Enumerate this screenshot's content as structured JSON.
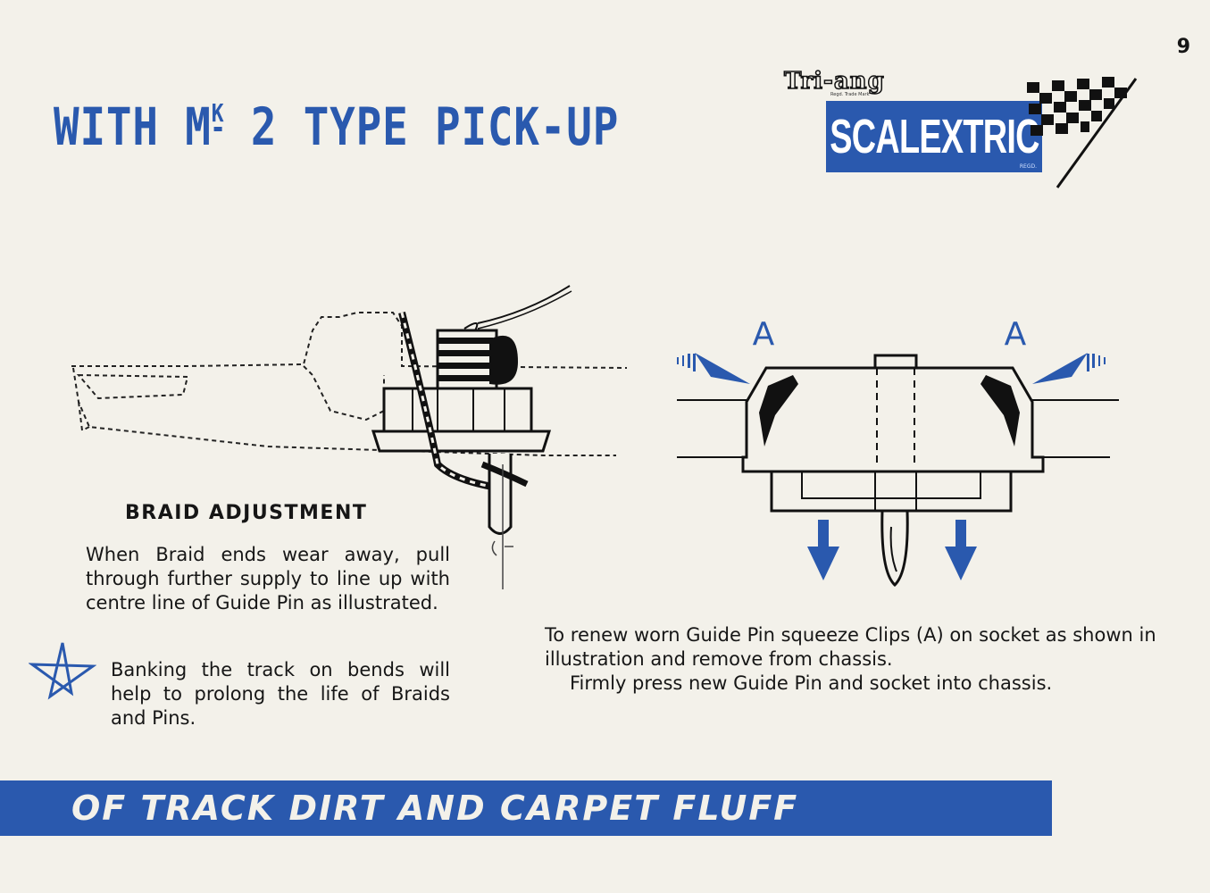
{
  "page_number": "9",
  "heading": {
    "prefix": "WITH M",
    "superscript": "K",
    "suffix": "2 TYPE PICK-UP"
  },
  "logo": {
    "brand_top": "Tri-ang",
    "tagline": "Regd. Trade Mark",
    "brand_main": "SCALEXTRIC",
    "reg_mark": "REGD."
  },
  "clip_labels": {
    "left": "A",
    "right": "A"
  },
  "braid": {
    "title": "BRAID ADJUSTMENT",
    "text": "When Braid ends wear away, pull through further supply to line up with centre line of Guide Pin as illustrated."
  },
  "tip": {
    "text": "Banking the track on bends will help to prolong the life of Braids and Pins."
  },
  "renew": {
    "line1": "To renew worn Guide Pin squeeze Clips (A) on socket as shown in illustration and remove from chassis.",
    "line2": "Firmly press new Guide Pin and socket into chassis."
  },
  "banner": {
    "text": "OF TRACK DIRT AND CARPET FLUFF"
  },
  "colors": {
    "brand_blue": "#2a59ae",
    "paper": "#f3f1ea",
    "ink": "#161616"
  },
  "icons": {
    "tip_marker": "star-icon",
    "flag": "chequered-flag-icon"
  }
}
